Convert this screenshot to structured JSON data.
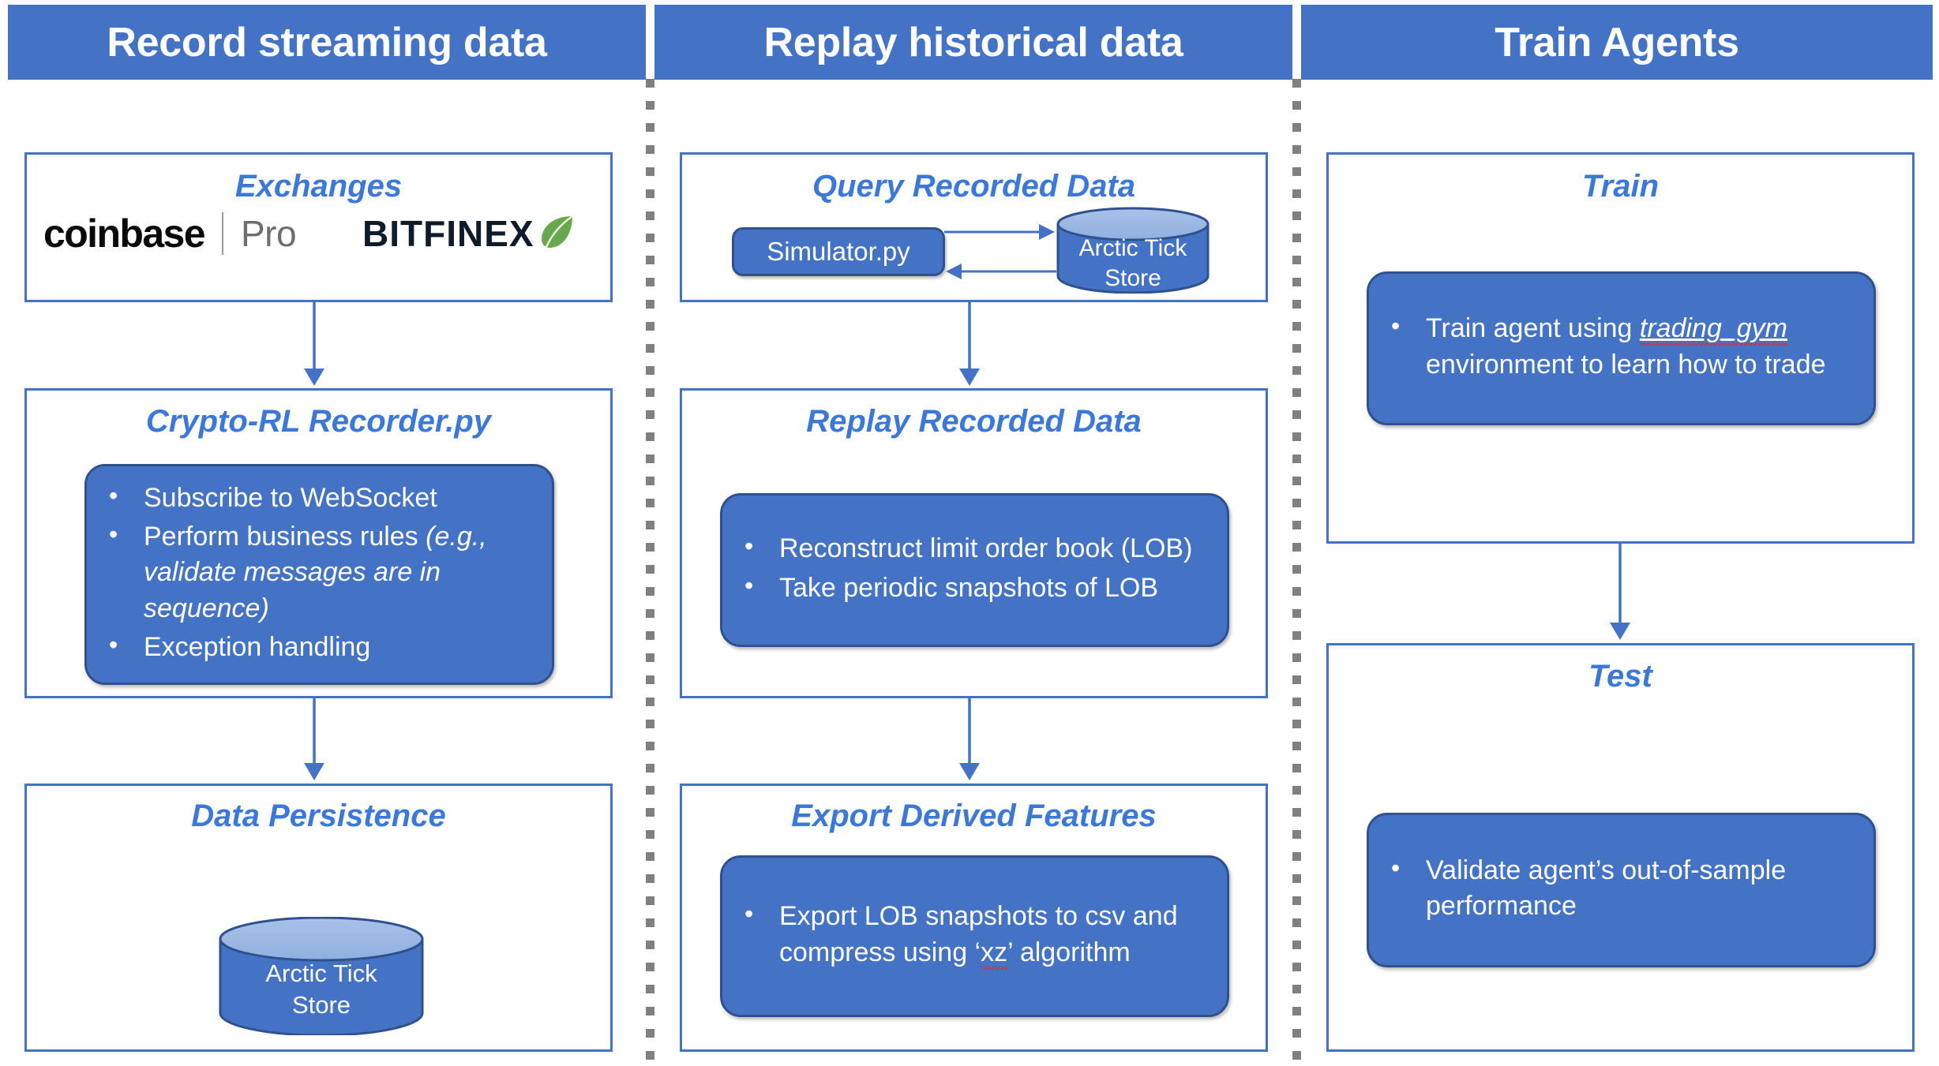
{
  "theme": {
    "header_blue": "#4472C4",
    "title_blue": "#3C78D8",
    "box_border_blue": "#4472C4",
    "callout_fill": "#4472C4",
    "callout_border": "#2F528F",
    "divider_gray": "#808080",
    "leaf_green": "#6AA84F",
    "spellcheck_red": "#E03030"
  },
  "columns": [
    {
      "header": "Record streaming data"
    },
    {
      "header": "Replay historical data"
    },
    {
      "header": "Train Agents"
    }
  ],
  "record": {
    "exchanges": {
      "title": "Exchanges",
      "coinbase_name": "coinbase",
      "coinbase_tier": "Pro",
      "bitfinex_name": "BITFINEX"
    },
    "recorder": {
      "title": "Crypto-RL Recorder.py",
      "bullets": [
        {
          "text": "Subscribe to WebSocket"
        },
        {
          "text_plain": "Perform business rules ",
          "text_italic": "(e.g., validate messages are in sequence)"
        },
        {
          "text": "Exception handling"
        }
      ]
    },
    "persistence": {
      "title": "Data Persistence",
      "db_line1": "Arctic Tick",
      "db_line2": "Store"
    }
  },
  "replay": {
    "query": {
      "title": "Query Recorded Data",
      "simulator_label": "Simulator.py",
      "db_line1": "Arctic Tick",
      "db_line2": "Store"
    },
    "replay_data": {
      "title": "Replay Recorded Data",
      "bullets": [
        {
          "text": "Reconstruct limit order book (LOB)"
        },
        {
          "text": "Take periodic snapshots of LOB"
        }
      ]
    },
    "export": {
      "title": "Export Derived Features",
      "bullet_pre": "Export LOB snapshots to csv and compress using ‘",
      "bullet_code": "xz",
      "bullet_post": "’ algorithm"
    }
  },
  "train_agents": {
    "train": {
      "title": "Train",
      "bullet_pre": "Train agent using ",
      "bullet_code": "trading_gym",
      "bullet_post": " environment to learn how to trade"
    },
    "test": {
      "title": "Test",
      "bullet": "Validate agent’s out-of-sample performance"
    }
  }
}
